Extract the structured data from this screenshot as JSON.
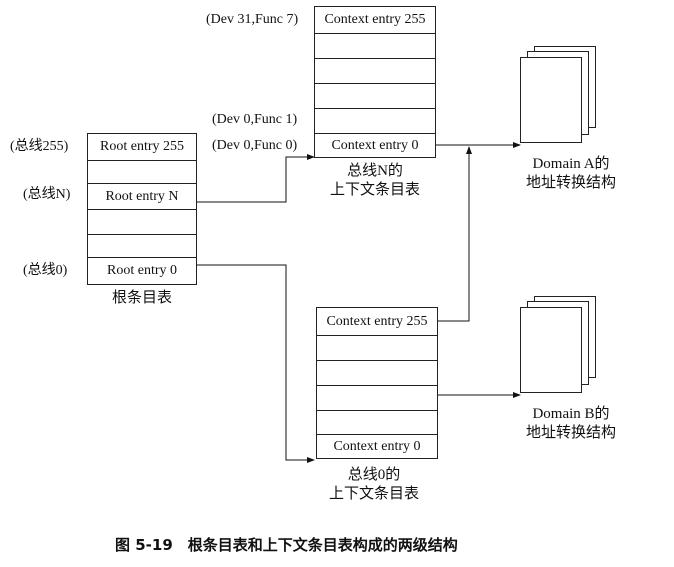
{
  "figure_caption": "图 5-19　根条目表和上下文条目表构成的两级结构",
  "root_table": {
    "caption": "根条目表",
    "entries": [
      "Root entry 255",
      "",
      "Root entry N",
      "",
      "",
      "Root entry 0"
    ],
    "bus_labels": {
      "bus255": "(总线255)",
      "busN": "(总线N)",
      "bus0": "(总线0)"
    }
  },
  "context_table_n": {
    "caption_line1": "总线N的",
    "caption_line2": "上下文条目表",
    "top_entry": "Context entry 255",
    "bottom_entry": "Context entry 0",
    "labels": {
      "dev31_func7": "(Dev 31,Func 7)",
      "dev0_func1": "(Dev 0,Func 1)",
      "dev0_func0": "(Dev 0,Func 0)"
    }
  },
  "context_table_0": {
    "caption_line1": "总线0的",
    "caption_line2": "上下文条目表",
    "top_entry": "Context entry 255",
    "bottom_entry": "Context entry 0"
  },
  "domain_a": {
    "line1": "Domain A的",
    "line2": "地址转换结构"
  },
  "domain_b": {
    "line1": "Domain B的",
    "line2": "地址转换结构"
  }
}
